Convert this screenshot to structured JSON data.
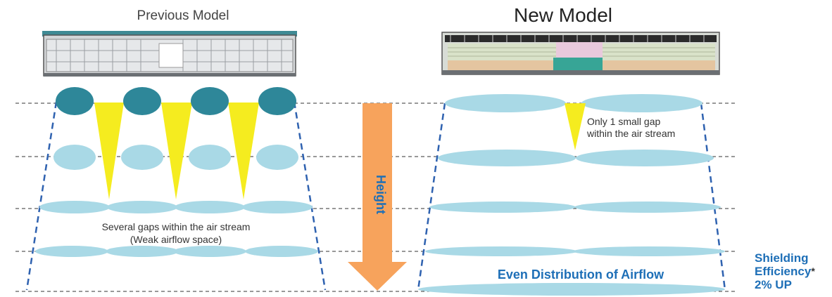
{
  "titles": {
    "previous": "Previous Model",
    "new": "New Model"
  },
  "labels": {
    "height": "Height",
    "previous_gaps_line1": "Several gaps within the air stream",
    "previous_gaps_line2": "(Weak airflow space)",
    "new_gap_line1": "Only 1 small gap",
    "new_gap_line2": "within the air stream",
    "even_distribution": "Even Distribution of Airflow",
    "shielding_line1": "Shielding",
    "shielding_line2": "Efficiency",
    "shielding_star": "*",
    "shielding_line3": "2% UP"
  },
  "colors": {
    "outlet_dark": "#2e8799",
    "airflow_light": "#a9d9e6",
    "gap_yellow": "#f5ec1f",
    "height_arrow": "#f7a35c",
    "outline_blue": "#2f62b0",
    "text_blue": "#1e6fb7"
  },
  "icons": {
    "previous_unit": "air-curtain-unit-icon",
    "new_unit": "air-curtain-unit-icon"
  }
}
